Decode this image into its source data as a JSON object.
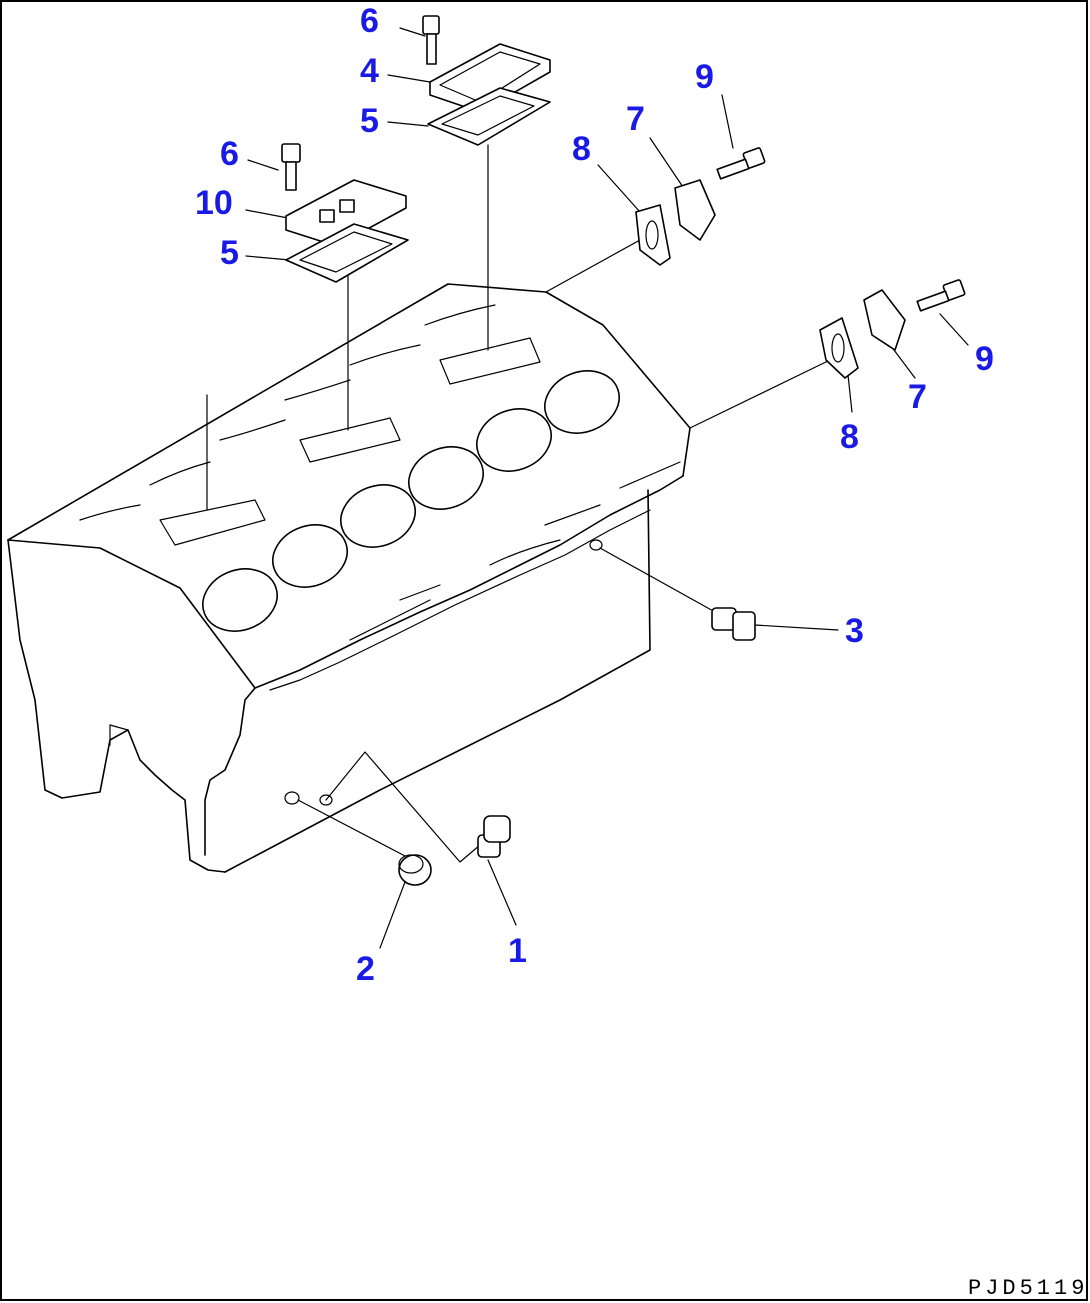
{
  "drawing": {
    "code": "PJD5119",
    "label_color": "#1a1ae6",
    "line_color": "#000000",
    "callouts": [
      {
        "id": "c6a",
        "text": "6"
      },
      {
        "id": "c4",
        "text": "4"
      },
      {
        "id": "c5a",
        "text": "5"
      },
      {
        "id": "c6b",
        "text": "6"
      },
      {
        "id": "c10",
        "text": "10"
      },
      {
        "id": "c5b",
        "text": "5"
      },
      {
        "id": "c8a",
        "text": "8"
      },
      {
        "id": "c7a",
        "text": "7"
      },
      {
        "id": "c9a",
        "text": "9"
      },
      {
        "id": "c9b",
        "text": "9"
      },
      {
        "id": "c7b",
        "text": "7"
      },
      {
        "id": "c8b",
        "text": "8"
      },
      {
        "id": "c3",
        "text": "3"
      },
      {
        "id": "c2",
        "text": "2"
      },
      {
        "id": "c1",
        "text": "1"
      }
    ]
  }
}
